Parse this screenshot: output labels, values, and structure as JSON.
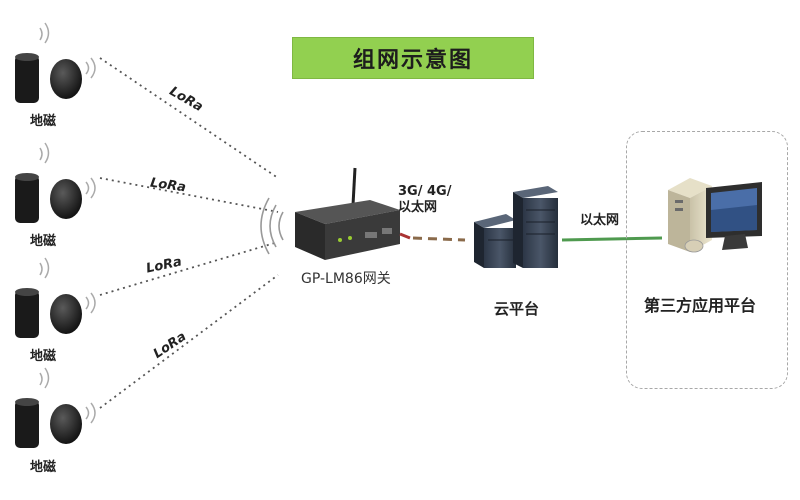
{
  "title": "组网示意图",
  "sensors": [
    {
      "label": "地磁",
      "link_label": "LoRa"
    },
    {
      "label": "地磁",
      "link_label": "LoRa"
    },
    {
      "label": "地磁",
      "link_label": "LoRa"
    },
    {
      "label": "地磁",
      "link_label": "LoRa"
    }
  ],
  "gateway": {
    "label": "GP-LM86网关"
  },
  "uplink": {
    "line1": "3G/ 4G/",
    "line2": "以太网"
  },
  "cloud": {
    "label": "云平台"
  },
  "platform_link": {
    "label": "以太网"
  },
  "platform": {
    "label": "第三方应用平台"
  },
  "colors": {
    "title_bg": "#92d050",
    "uplink_line": "#8a6a4a",
    "platform_line": "#4f9a4f",
    "dotted_line": "#555555"
  }
}
